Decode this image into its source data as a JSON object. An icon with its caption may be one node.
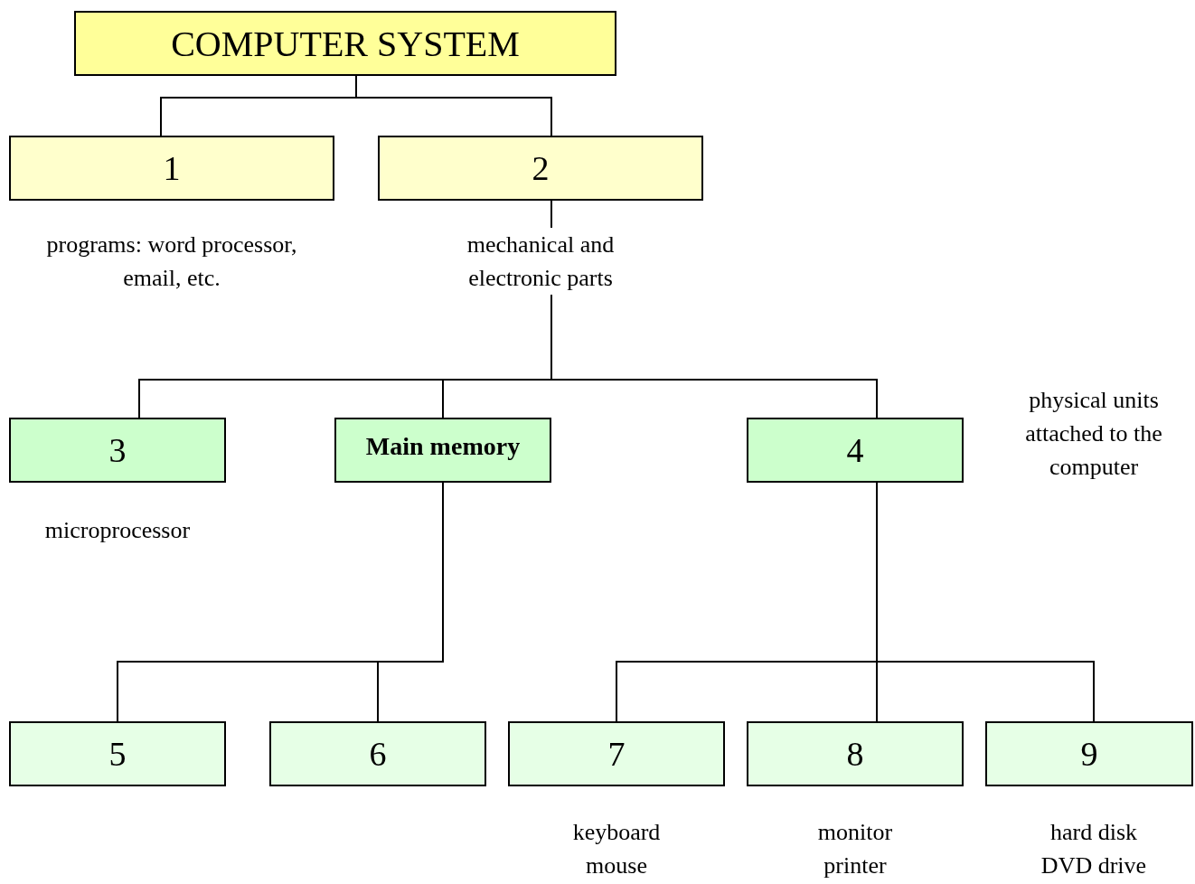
{
  "diagram": {
    "nodes": [
      {
        "text": [
          "COMPUTER SYSTEM"
        ]
      },
      {
        "text": [
          "1"
        ],
        "beside": [
          "programs: word processor, email, etc."
        ]
      },
      {
        "text": [
          "2"
        ],
        "beside": [
          "mechanical and electronic parts"
        ]
      },
      {
        "text": [
          "3"
        ],
        "beside": [
          "microprocessor"
        ]
      },
      {
        "text": [
          "Main memory"
        ]
      },
      {
        "text": [
          "4"
        ],
        "beside": [
          "physical units attached to the computer"
        ]
      },
      {
        "text": [
          "5"
        ]
      },
      {
        "text": [
          "6"
        ]
      },
      {
        "text": [
          "7"
        ],
        "beside": [
          "keyboard mouse"
        ]
      },
      {
        "text": [
          "8"
        ],
        "beside": [
          "monitor printer"
        ]
      },
      {
        "text": [
          "9"
        ],
        "beside": [
          "hard disk DVD drive"
        ]
      }
    ],
    "edges": [
      {
        "from": 0,
        "to": 1,
        "arrow": "none"
      },
      {
        "from": 0,
        "to": 2,
        "arrow": "none"
      },
      {
        "from": 2,
        "to": 3,
        "arrow": "none"
      },
      {
        "from": 2,
        "to": 4,
        "arrow": "none"
      },
      {
        "from": 2,
        "to": 5,
        "arrow": "none"
      },
      {
        "from": 4,
        "to": 6,
        "arrow": "none"
      },
      {
        "from": 4,
        "to": 7,
        "arrow": "none"
      },
      {
        "from": 5,
        "to": 8,
        "arrow": "none"
      },
      {
        "from": 5,
        "to": 9,
        "arrow": "none"
      },
      {
        "from": 5,
        "to": 10,
        "arrow": "none"
      }
    ]
  }
}
